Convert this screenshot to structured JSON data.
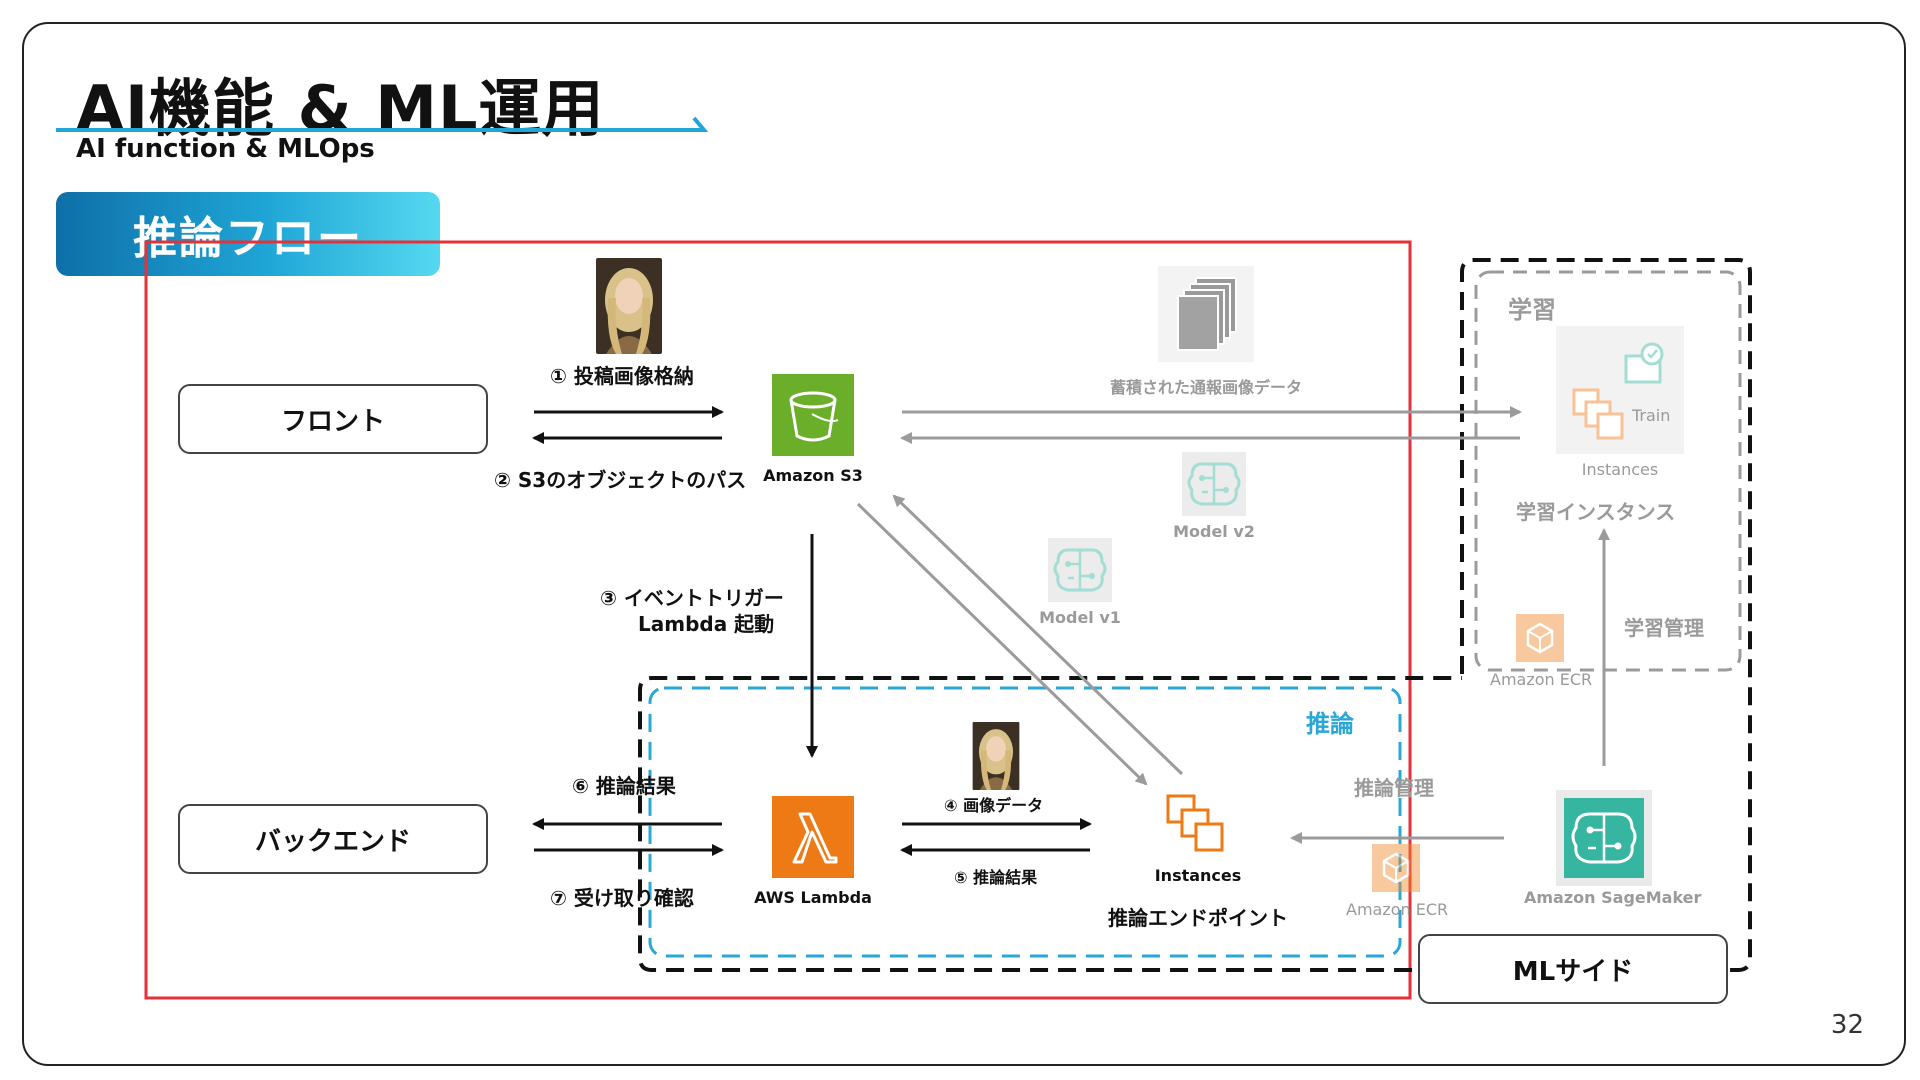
{
  "slide": {
    "title": "AI機能 & ML運用",
    "subtitle": "AI function & MLOps",
    "section_label": "推論フロー",
    "page_number": "32"
  },
  "boxes": {
    "front": "フロント",
    "backend": "バックエンド",
    "ml_side": "MLサイド"
  },
  "regions": {
    "training": "学習",
    "inference": "推論"
  },
  "steps": {
    "step1": "① 投稿画像格納",
    "step2": "② S3のオブジェクトのパス",
    "step3_line1": "③ イベントトリガー",
    "step3_line2": "Lambda 起動",
    "step4": "④ 画像データ",
    "step5": "⑤ 推論結果",
    "step6": "⑥ 推論結果",
    "step7": "⑦ 受け取り確認"
  },
  "services": {
    "s3": "Amazon S3",
    "lambda": "AWS Lambda",
    "instances_infer": "Instances",
    "infer_endpoint": "推論エンドポイント",
    "instances_train": "Instances",
    "train_text": "Train",
    "train_instance": "学習インスタンス",
    "sagemaker": "Amazon SageMaker",
    "ecr_top": "Amazon ECR",
    "ecr_bottom": "Amazon ECR",
    "model_v1": "Model v1",
    "model_v2": "Model v2"
  },
  "annotations": {
    "stored_images": "蓄積された通報画像データ",
    "training_mgmt": "学習管理",
    "inference_mgmt": "推論管理"
  },
  "colors": {
    "red_frame": "#e53238",
    "inference_dash": "#2aa7d6",
    "s3_green": "#6aae2a",
    "lambda_orange": "#ee7a16",
    "sagemaker_teal": "#36b5a0",
    "ecr_orange": "#f08a2c",
    "arrow_grey": "#9b9b9b"
  }
}
